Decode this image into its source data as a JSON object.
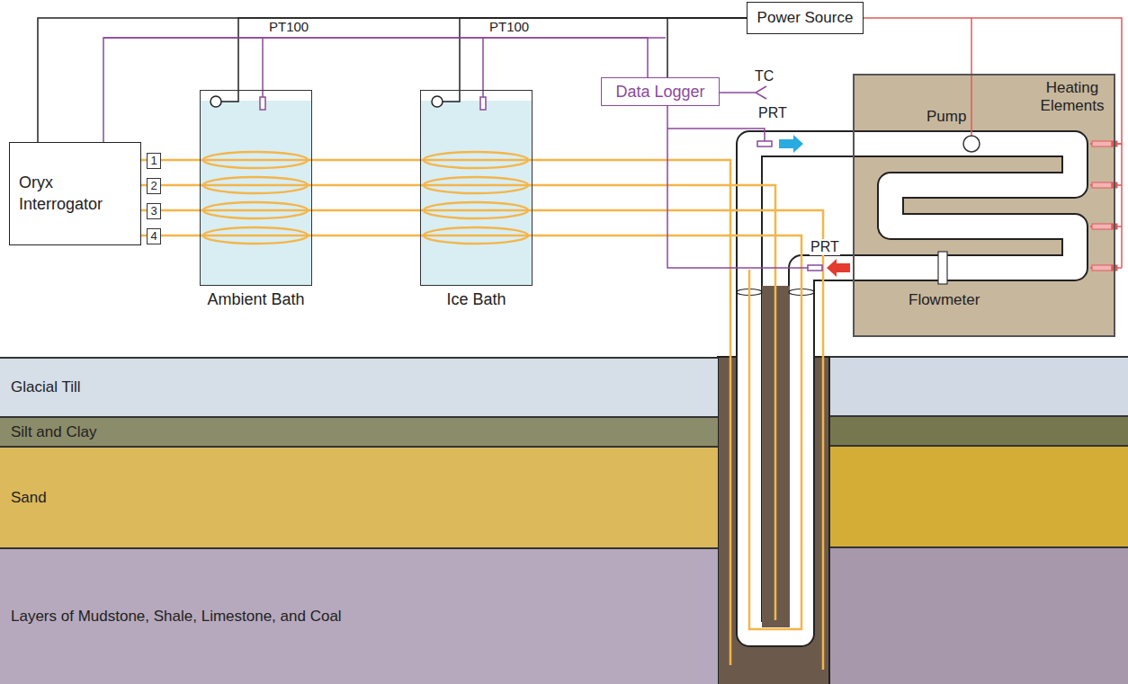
{
  "diagram": {
    "nodes": [
      {
        "text": [
          "Power Source"
        ]
      },
      {
        "text": [
          "Oryx Interrogator"
        ]
      },
      {
        "text": [
          "Ambient Bath"
        ]
      },
      {
        "text": [
          "Ice Bath"
        ]
      },
      {
        "text": [
          "Data Logger"
        ]
      },
      {
        "text": [
          "Pump",
          "Heating Elements",
          "Flowmeter"
        ]
      },
      {
        "text": [
          "Glacial Till"
        ]
      },
      {
        "text": [
          "Silt and Clay"
        ]
      },
      {
        "text": [
          "Sand"
        ]
      },
      {
        "text": [
          "Layers of Mudstone, Shale, Limestone, and Coal"
        ]
      }
    ],
    "edges": [
      {
        "from": 0,
        "to": 1,
        "arrow": "none"
      },
      {
        "from": 0,
        "to": 2,
        "arrow": "none"
      },
      {
        "from": 0,
        "to": 3,
        "arrow": "none"
      },
      {
        "from": 0,
        "to": 4,
        "arrow": "none"
      },
      {
        "from": 0,
        "to": 5,
        "arrow": "none"
      },
      {
        "from": 4,
        "to": 1,
        "arrow": "none"
      },
      {
        "from": 1,
        "to": 2,
        "arrow": "none"
      },
      {
        "from": 2,
        "to": 3,
        "arrow": "none"
      }
    ],
    "labels": [
      "PT100",
      "PT100",
      "TC",
      "PRT",
      "PRT",
      "1",
      "2",
      "3",
      "4"
    ]
  }
}
